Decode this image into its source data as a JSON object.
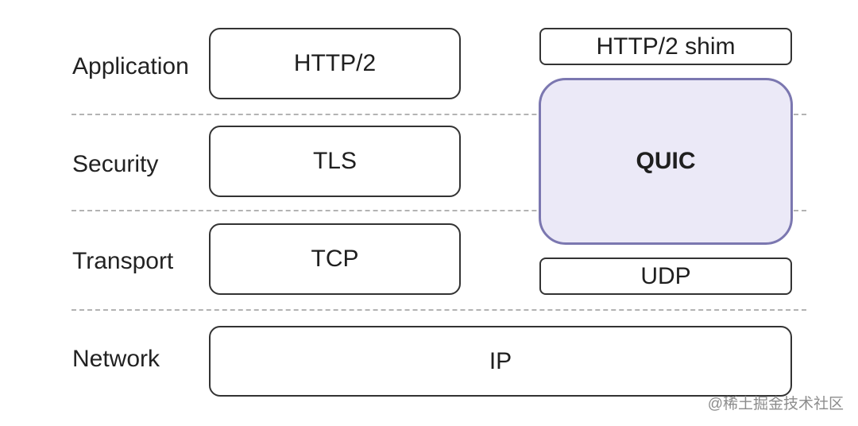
{
  "layers": {
    "application": "Application",
    "security": "Security",
    "transport": "Transport",
    "network": "Network"
  },
  "left_stack": {
    "http2": "HTTP/2",
    "tls": "TLS",
    "tcp": "TCP"
  },
  "right_stack": {
    "http2_shim": "HTTP/2 shim",
    "quic": "QUIC",
    "udp": "UDP"
  },
  "shared": {
    "ip": "IP"
  },
  "watermark": "@稀土掘金技术社区",
  "colors": {
    "quic_fill": "#ebe9f7",
    "quic_border": "#7b77b0",
    "box_border": "#333333",
    "divider": "#b3b3b3"
  }
}
